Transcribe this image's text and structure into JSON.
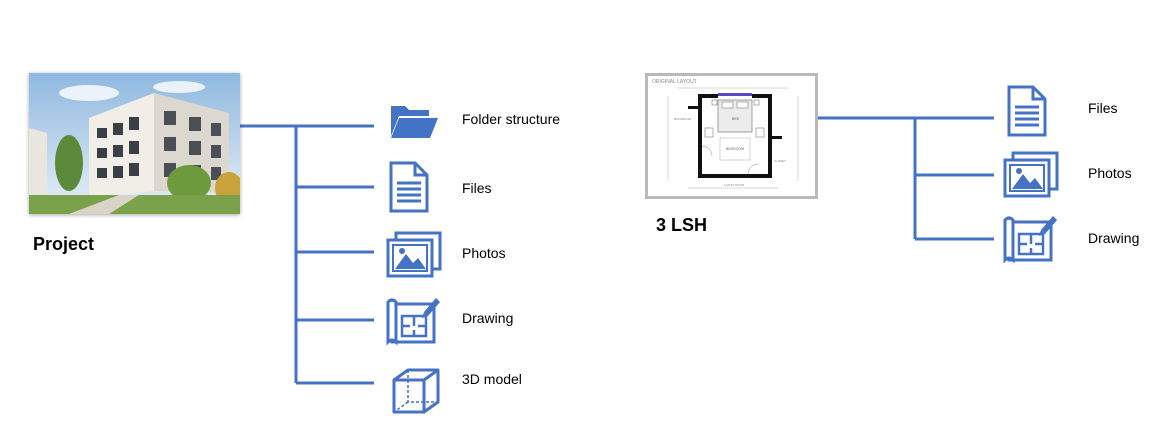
{
  "accent_color": "#4472C4",
  "left_group": {
    "title": "Project",
    "image_icon": "apartment-building-photo",
    "items": [
      {
        "label": "Folder structure",
        "icon": "folder-icon"
      },
      {
        "label": "Files",
        "icon": "file-icon"
      },
      {
        "label": "Photos",
        "icon": "photos-icon"
      },
      {
        "label": "Drawing",
        "icon": "drawing-icon"
      },
      {
        "label": "3D model",
        "icon": "cube-icon"
      }
    ]
  },
  "right_group": {
    "title": "3 LSH",
    "image_icon": "floor-plan-thumbnail",
    "image_caption": "ORIGINAL LAYOUT",
    "plan_labels": {
      "bed": "BED",
      "bedroom": "BEDROOM",
      "bathroom": "BATHROOM",
      "closet": "CLOSET",
      "living_room": "LIVING ROOM"
    },
    "items": [
      {
        "label": "Files",
        "icon": "file-icon"
      },
      {
        "label": "Photos",
        "icon": "photos-icon"
      },
      {
        "label": "Drawing",
        "icon": "drawing-icon"
      }
    ]
  }
}
